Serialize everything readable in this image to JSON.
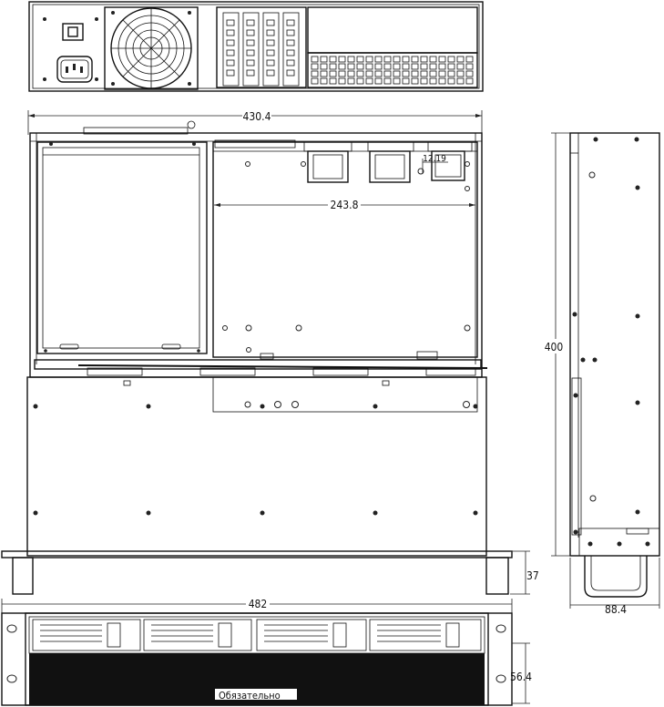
{
  "dimensions": {
    "overall_width": "430.4",
    "board_width": "243.8",
    "small_offset": "12.19",
    "depth": "400",
    "side_width": "88.4",
    "handle_height": "37",
    "rack_width": "482",
    "front_height": "56.4"
  },
  "front_panel_label": "Обязательно"
}
